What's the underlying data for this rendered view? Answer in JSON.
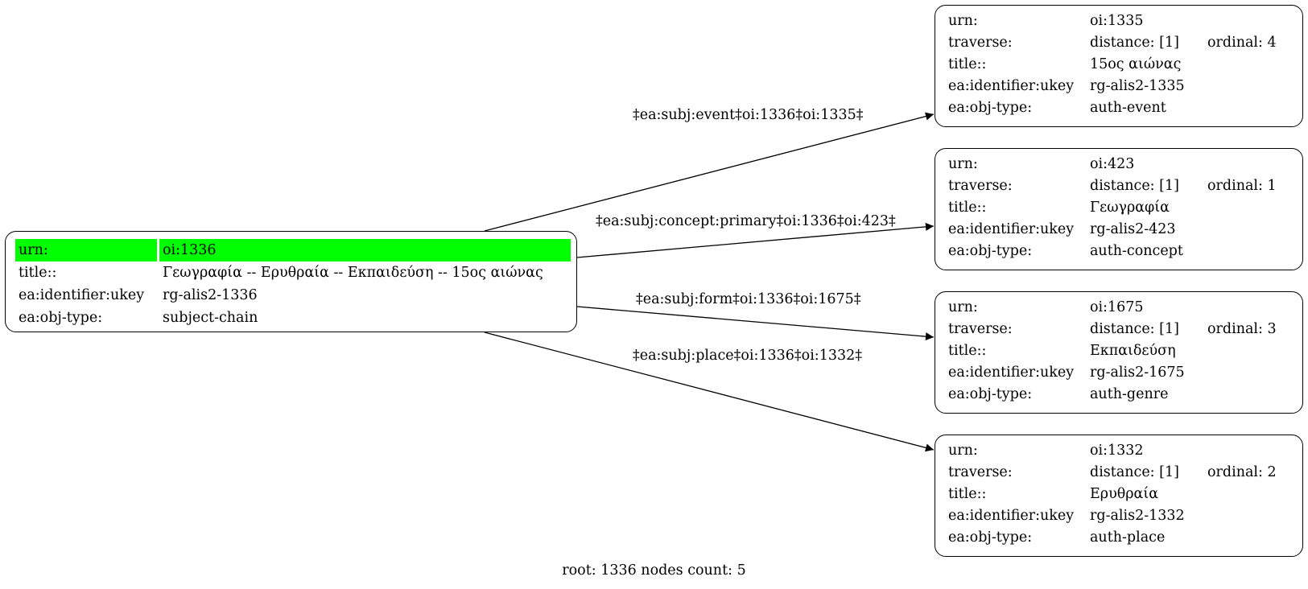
{
  "root_node": {
    "rows": [
      {
        "key": "urn:",
        "value": "oi:1336"
      },
      {
        "key": "title::",
        "value": "Γεωγραφία -- Ερυθραία -- Εκπαιδεύση -- 15ος αιώνας"
      },
      {
        "key": "ea:identifier:ukey",
        "value": "rg-alis2-1336"
      },
      {
        "key": "ea:obj-type:",
        "value": "subject-chain"
      }
    ],
    "highlight_color": "#00ff00"
  },
  "child_nodes": [
    {
      "urn_key": "urn:",
      "urn": "oi:1335",
      "traverse_key": "traverse:",
      "distance": "distance: [1]",
      "ordinal": "ordinal: 4",
      "title_key": "title::",
      "title": "15ος αιώνας",
      "ukey_key": "ea:identifier:ukey",
      "ukey": "rg-alis2-1335",
      "type_key": "ea:obj-type:",
      "type": "auth-event"
    },
    {
      "urn_key": "urn:",
      "urn": "oi:423",
      "traverse_key": "traverse:",
      "distance": "distance: [1]",
      "ordinal": "ordinal: 1",
      "title_key": "title::",
      "title": "Γεωγραφία",
      "ukey_key": "ea:identifier:ukey",
      "ukey": "rg-alis2-423",
      "type_key": "ea:obj-type:",
      "type": "auth-concept"
    },
    {
      "urn_key": "urn:",
      "urn": "oi:1675",
      "traverse_key": "traverse:",
      "distance": "distance: [1]",
      "ordinal": "ordinal: 3",
      "title_key": "title::",
      "title": "Εκπαιδεύση",
      "ukey_key": "ea:identifier:ukey",
      "ukey": "rg-alis2-1675",
      "type_key": "ea:obj-type:",
      "type": "auth-genre"
    },
    {
      "urn_key": "urn:",
      "urn": "oi:1332",
      "traverse_key": "traverse:",
      "distance": "distance: [1]",
      "ordinal": "ordinal: 2",
      "title_key": "title::",
      "title": "Ερυθραία",
      "ukey_key": "ea:identifier:ukey",
      "ukey": "rg-alis2-1332",
      "type_key": "ea:obj-type:",
      "type": "auth-place"
    }
  ],
  "edges": [
    {
      "label": "‡ea:subj:event‡oi:1336‡oi:1335‡"
    },
    {
      "label": "‡ea:subj:concept:primary‡oi:1336‡oi:423‡"
    },
    {
      "label": "‡ea:subj:form‡oi:1336‡oi:1675‡"
    },
    {
      "label": "‡ea:subj:place‡oi:1336‡oi:1332‡"
    }
  ],
  "footer": "root: 1336 nodes count: 5"
}
